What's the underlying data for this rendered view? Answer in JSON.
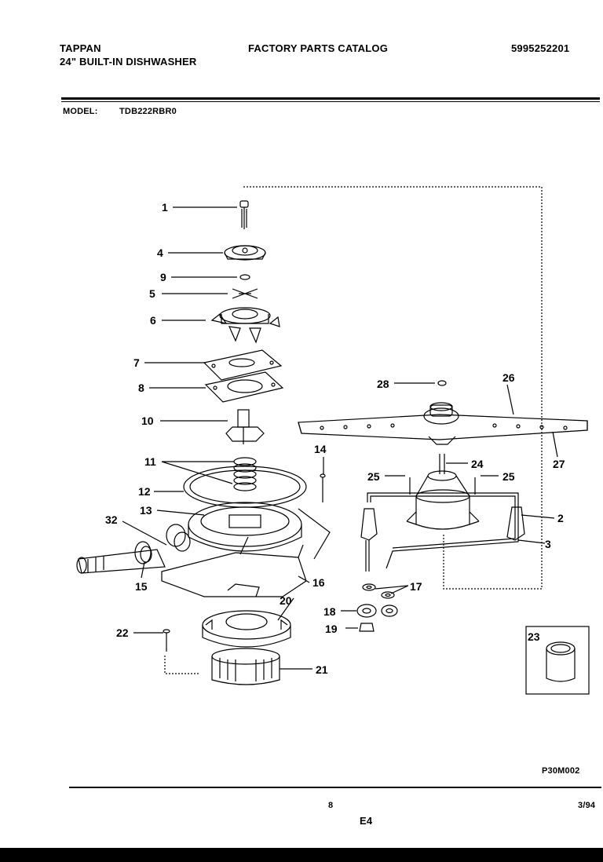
{
  "header": {
    "brand": "TAPPAN",
    "product": "24\" BUILT-IN DISHWASHER",
    "catalog": "FACTORY PARTS CATALOG",
    "catalog_no": "5995252201",
    "model_label": "MODEL:",
    "model_value": "TDB222RBR0"
  },
  "parts": {
    "p1": "1",
    "p2": "2",
    "p3": "3",
    "p4": "4",
    "p5": "5",
    "p6": "6",
    "p7": "7",
    "p8": "8",
    "p9": "9",
    "p10": "10",
    "p11": "11",
    "p12": "12",
    "p13": "13",
    "p14": "14",
    "p15": "15",
    "p16": "16",
    "p17": "17",
    "p18": "18",
    "p19": "19",
    "p20": "20",
    "p21": "21",
    "p22": "22",
    "p23": "23",
    "p24": "24",
    "p25a": "25",
    "p25b": "25",
    "p26": "26",
    "p27": "27",
    "p28": "28",
    "p32": "32"
  },
  "footer": {
    "drawing_code": "P30M002",
    "page_number": "8",
    "section": "E4",
    "date": "3/94"
  }
}
